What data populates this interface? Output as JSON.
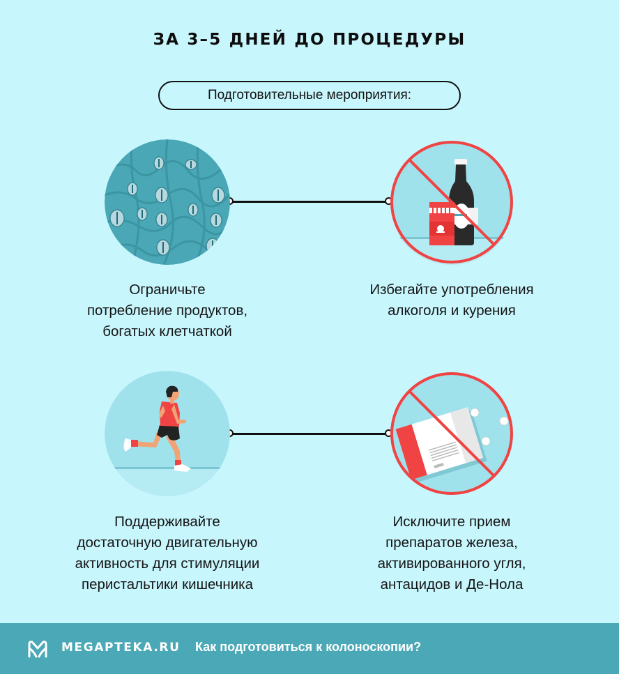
{
  "header": {
    "title": "ЗА 3–5 ДНЕЙ ДО ПРОЦЕДУРЫ",
    "subtitle": "Подготовительные мероприятия:"
  },
  "items": [
    {
      "icon": "fiber-cells-icon",
      "caption": [
        "Ограничьте",
        "потребление продуктов,",
        "богатых клетчаткой"
      ]
    },
    {
      "icon": "no-alcohol-smoking-icon",
      "caption": [
        "Избегайте употребления",
        "алкоголя и курения"
      ]
    },
    {
      "icon": "running-man-icon",
      "caption": [
        "Поддерживайте",
        "достаточную двигательную",
        "активность для стимуляции",
        "перистальтики кишечника"
      ]
    },
    {
      "icon": "no-pills-icon",
      "caption": [
        "Исключите прием",
        "препаратов железа,",
        "активированного угля,",
        "антацидов и Де-Нола"
      ]
    }
  ],
  "footer": {
    "brand": "MEGAPTEKA.RU",
    "link": "Как подготовиться к колоноскопии?"
  },
  "colors": {
    "background": "#c8f6fd",
    "footer": "#4ba8b6",
    "prohibition_red": "#f04343",
    "circle_fill": "#a0e2ec",
    "cells_fill": "#4aa7b5"
  }
}
